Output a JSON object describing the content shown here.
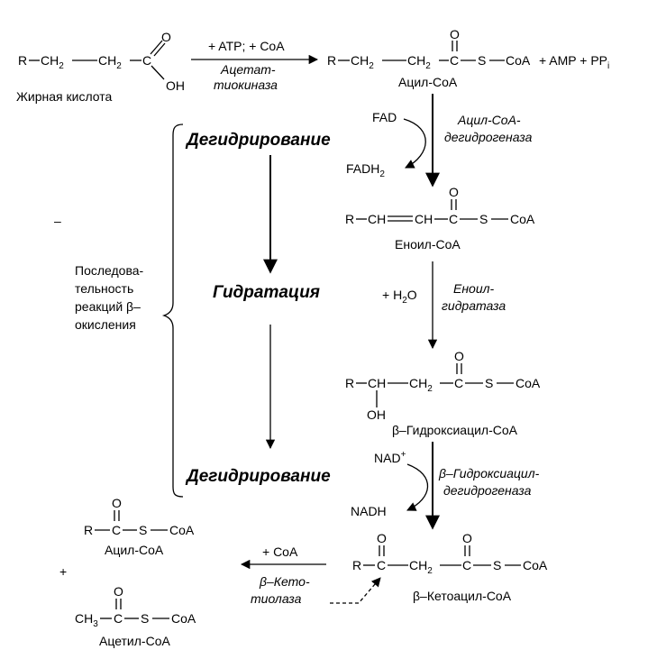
{
  "atoms": {
    "R": "R",
    "CH2": "CH",
    "sub2": "2",
    "CH": "CH",
    "C": "C",
    "O": "O",
    "OH": "OH",
    "S": "S",
    "CoA": "CoA",
    "CH3": "CH",
    "sub3": "3",
    "dash": "–"
  },
  "compounds": {
    "fatty_acid": "Жирная кислота",
    "acyl_coa": "Ацил-CoA",
    "enoyl_coa": "Еноил-CoA",
    "hydroxyacyl_coa": "β–Гидроксиацил-CoA",
    "ketoacyl_coa": "β–Кетоацил-CoA",
    "acetyl_coa": "Ацетил-CoA"
  },
  "reagents": {
    "atp_coa": "+ ATP; + CoA",
    "amp_ppi": "+ AMP + PP",
    "ppi_sub": "i",
    "fad": "FAD",
    "fadh2": "FADH",
    "fadh2_sub": "2",
    "water": "+ H",
    "water_sub": "2",
    "water_o": "O",
    "nad": "NAD",
    "nad_sup": "+",
    "nadh": "NADH",
    "plus_coa": "+ CoA",
    "plus": "+"
  },
  "enzymes": {
    "thiokinase_1": "Ацетат-",
    "thiokinase_2": "тиокиназа",
    "acyl_dehydrogenase_1": "Ацил-CoA-",
    "acyl_dehydrogenase_2": "дегидрогеназа",
    "hydratase_1": "Еноил-",
    "hydratase_2": "гидратаза",
    "hydroxy_dehydrogenase_1": "β–Гидроксиацил-",
    "hydroxy_dehydrogenase_2": "дегидрогеназа",
    "thiolase_1": "β–Кето-",
    "thiolase_2": "тиолаза"
  },
  "stages": {
    "dehydrogenation_1": "Дегидрирование",
    "hydration": "Гидратация",
    "dehydrogenation_2": "Дегидрирование"
  },
  "sequence_label": {
    "line1": "Последова-",
    "line2": "тельность",
    "line3": "реакций β–",
    "line4": "окисления"
  }
}
